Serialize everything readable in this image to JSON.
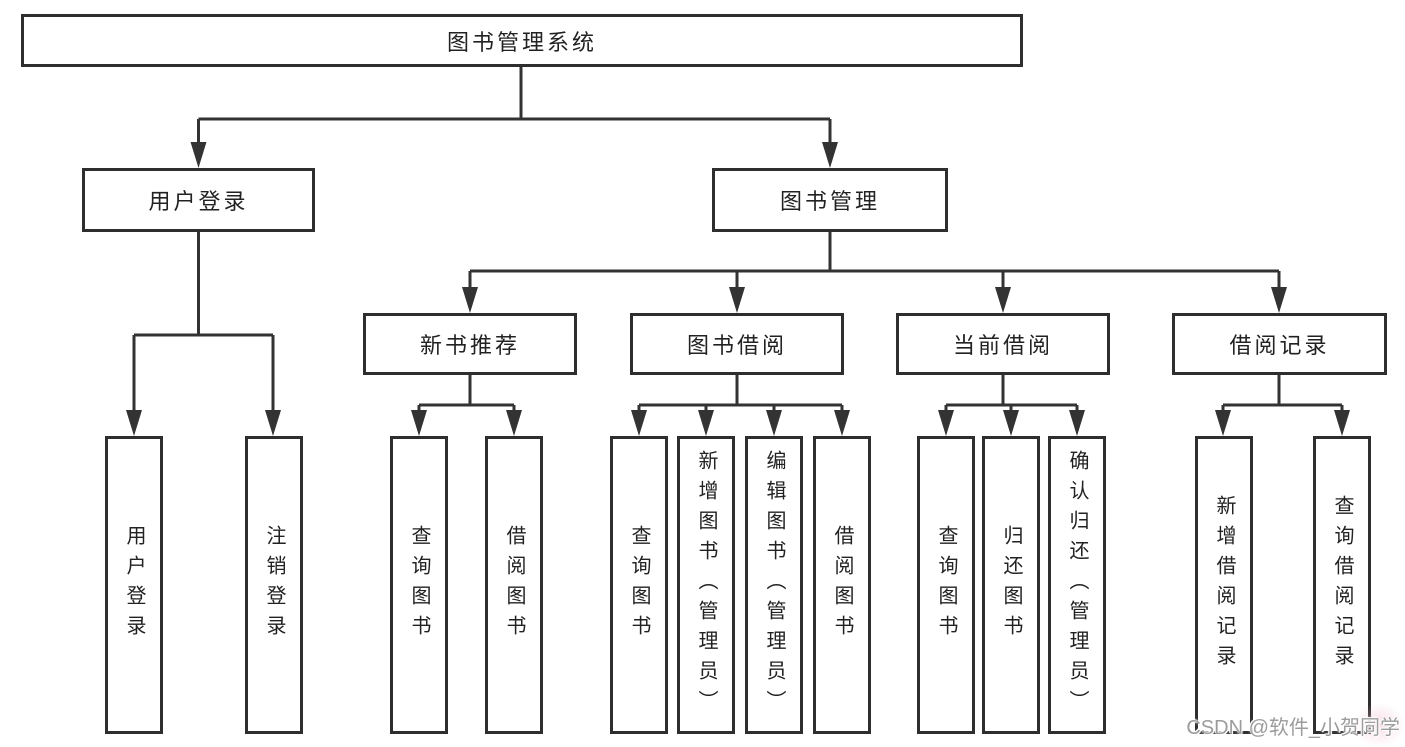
{
  "diagram_title": "图书管理系统",
  "nodes": {
    "root": {
      "label": "图书管理系统"
    },
    "user_login": {
      "label": "用户登录"
    },
    "book_mgmt": {
      "label": "图书管理"
    },
    "new_book_rec": {
      "label": "新书推荐"
    },
    "book_borrow": {
      "label": "图书借阅"
    },
    "current_borrow": {
      "label": "当前借阅"
    },
    "borrow_records": {
      "label": "借阅记录"
    },
    "login_leaf": {
      "label": "用户登录"
    },
    "logout_leaf": {
      "label": "注销登录"
    },
    "rec_query_books": {
      "label": "查询图书"
    },
    "rec_borrow_books": {
      "label": "借阅图书"
    },
    "bb_query_books": {
      "label": "查询图书"
    },
    "bb_add_books": {
      "label": "新增图书（管理员）"
    },
    "bb_edit_books": {
      "label": "编辑图书（管理员）"
    },
    "bb_borrow_books": {
      "label": "借阅图书"
    },
    "cb_query_books": {
      "label": "查询图书"
    },
    "cb_return_books": {
      "label": "归还图书"
    },
    "cb_confirm_return": {
      "label": "确认归还（管理员）"
    },
    "br_add_record": {
      "label": "新增借阅记录"
    },
    "br_query_record": {
      "label": "查询借阅记录"
    }
  },
  "hierarchy": {
    "root": [
      "user_login",
      "book_mgmt"
    ],
    "user_login": [
      "login_leaf",
      "logout_leaf"
    ],
    "book_mgmt": [
      "new_book_rec",
      "book_borrow",
      "current_borrow",
      "borrow_records"
    ],
    "new_book_rec": [
      "rec_query_books",
      "rec_borrow_books"
    ],
    "book_borrow": [
      "bb_query_books",
      "bb_add_books",
      "bb_edit_books",
      "bb_borrow_books"
    ],
    "current_borrow": [
      "cb_query_books",
      "cb_return_books",
      "cb_confirm_return"
    ],
    "borrow_records": [
      "br_add_record",
      "br_query_record"
    ]
  },
  "watermark": {
    "text": "CSDN @软件_小贺同学"
  },
  "colors": {
    "line": "#333333",
    "box_border": "#2e2e2e",
    "text": "#222222",
    "watermark_text": "#9c9c9c",
    "watermark_accent": "#f2b8cb"
  }
}
